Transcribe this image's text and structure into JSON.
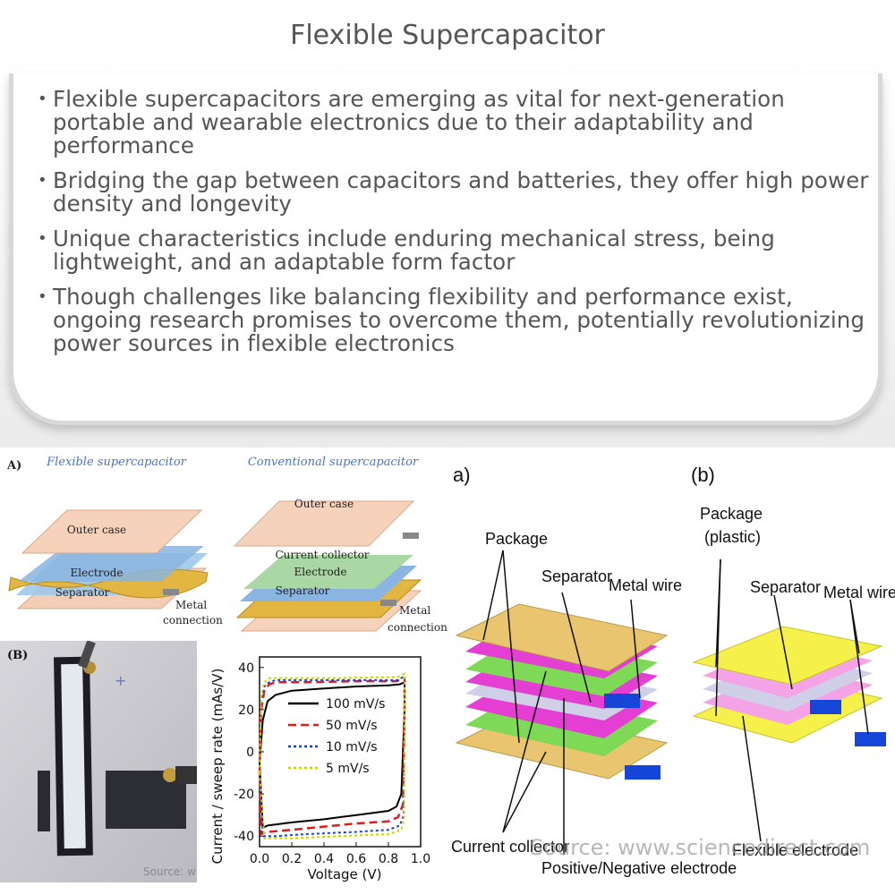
{
  "page": {
    "title": "Flexible Supercapacitor"
  },
  "bullets": [
    "Flexible supercapacitors are emerging as vital for next-generation portable and wearable electronics due to their adaptability and performance",
    "Bridging the gap between capacitors and batteries, they offer high power density and longevity",
    "Unique characteristics include enduring mechanical stress, being lightweight, and an adaptable form factor",
    "Though challenges like balancing flexibility and performance exist, ongoing research promises to overcome them, potentially revolutionizing power sources in flexible electronics"
  ],
  "figure_left": {
    "panel_a": "A)",
    "flexible_title": "Flexible supercapacitor",
    "conventional_title": "Conventional supercapacitor",
    "outer_case": "Outer case",
    "electrode": "Electrode",
    "separator": "Separator",
    "current_collector": "Current collector",
    "metal": "Metal",
    "connection": "connection",
    "panel_b": "(B)",
    "source": "Source: www.frontiersin.org"
  },
  "chart_data": {
    "type": "line",
    "xlabel": "Voltage (V)",
    "ylabel": "Current / sweep rate (mAs/V)",
    "xlim": [
      0.0,
      1.0
    ],
    "ylim": [
      -45,
      45
    ],
    "xticks": [
      "0.0",
      "0.2",
      "0.4",
      "0.6",
      "0.8",
      "1.0"
    ],
    "yticks": [
      "40",
      "20",
      "0",
      "-20",
      "-40"
    ],
    "legend_position": "center-right",
    "series": [
      {
        "name": "100 mV/s",
        "color": "#000000",
        "style": "solid",
        "upper": [
          [
            0.0,
            -5
          ],
          [
            0.02,
            15
          ],
          [
            0.05,
            24
          ],
          [
            0.1,
            27
          ],
          [
            0.2,
            29
          ],
          [
            0.4,
            30
          ],
          [
            0.6,
            31
          ],
          [
            0.8,
            31.5
          ],
          [
            0.87,
            32
          ],
          [
            0.9,
            33
          ]
        ],
        "lower": [
          [
            0.9,
            20
          ],
          [
            0.88,
            -20
          ],
          [
            0.85,
            -26
          ],
          [
            0.8,
            -28
          ],
          [
            0.6,
            -30
          ],
          [
            0.4,
            -32
          ],
          [
            0.2,
            -33.5
          ],
          [
            0.05,
            -35
          ],
          [
            0.02,
            -36
          ],
          [
            0.0,
            -5
          ]
        ]
      },
      {
        "name": "50 mV/s",
        "color": "#e41a1c",
        "style": "dashed",
        "upper": [
          [
            0.0,
            -10
          ],
          [
            0.01,
            20
          ],
          [
            0.03,
            29
          ],
          [
            0.06,
            32
          ],
          [
            0.1,
            33
          ],
          [
            0.3,
            33
          ],
          [
            0.6,
            33.5
          ],
          [
            0.85,
            33.5
          ],
          [
            0.9,
            35
          ]
        ],
        "lower": [
          [
            0.9,
            20
          ],
          [
            0.89,
            -25
          ],
          [
            0.86,
            -31
          ],
          [
            0.8,
            -33
          ],
          [
            0.6,
            -34
          ],
          [
            0.4,
            -35.5
          ],
          [
            0.2,
            -37
          ],
          [
            0.05,
            -38
          ],
          [
            0.01,
            -39
          ],
          [
            0.0,
            -10
          ]
        ]
      },
      {
        "name": "10 mV/s",
        "color": "#1a3fd6",
        "style": "dotted",
        "upper": [
          [
            0.0,
            -10
          ],
          [
            0.01,
            25
          ],
          [
            0.03,
            31
          ],
          [
            0.06,
            33
          ],
          [
            0.1,
            34
          ],
          [
            0.4,
            34
          ],
          [
            0.7,
            34
          ],
          [
            0.86,
            34
          ],
          [
            0.9,
            36
          ]
        ],
        "lower": [
          [
            0.9,
            20
          ],
          [
            0.895,
            -30
          ],
          [
            0.87,
            -35
          ],
          [
            0.8,
            -37
          ],
          [
            0.6,
            -38
          ],
          [
            0.3,
            -39
          ],
          [
            0.1,
            -40
          ],
          [
            0.02,
            -40
          ],
          [
            0.0,
            -10
          ]
        ]
      },
      {
        "name": "5 mV/s",
        "color": "#c8d400",
        "style": "dotted",
        "upper": [
          [
            0.0,
            -10
          ],
          [
            0.01,
            27
          ],
          [
            0.03,
            33
          ],
          [
            0.06,
            35
          ],
          [
            0.1,
            35
          ],
          [
            0.5,
            35
          ],
          [
            0.86,
            35.5
          ],
          [
            0.9,
            37
          ]
        ],
        "lower": [
          [
            0.9,
            20
          ],
          [
            0.897,
            -32
          ],
          [
            0.88,
            -37
          ],
          [
            0.8,
            -39
          ],
          [
            0.5,
            -40
          ],
          [
            0.2,
            -41
          ],
          [
            0.03,
            -41
          ],
          [
            0.0,
            -10
          ]
        ]
      }
    ]
  },
  "figure_right": {
    "panel_a": "a)",
    "panel_b": "(b)",
    "package": "Package",
    "package_plastic_1": "Package",
    "package_plastic_2": "(plastic)",
    "separator": "Separator",
    "metal_wire": "Metal wire",
    "current_collector": "Current collector",
    "positive_negative": "Positive/Negative electrode",
    "flexible_electrode": "Flexible electrode",
    "source": "Source: www.sciencedirect.com"
  }
}
